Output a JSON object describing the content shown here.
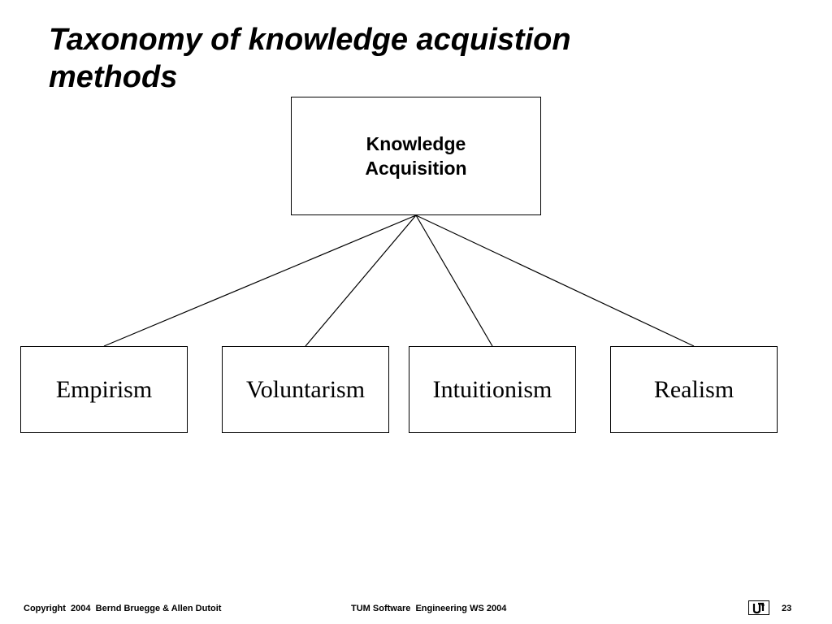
{
  "slide": {
    "title_line1": "Taxonomy of knowledge acquistion",
    "title_line2": "methods"
  },
  "diagram": {
    "root": {
      "line1": "Knowledge",
      "line2": "Acquisition"
    },
    "children": [
      "Empirism",
      "Voluntarism",
      "Intuitionism",
      "Realism"
    ],
    "line_color": "#000000"
  },
  "footer": {
    "copyright": "Copyright  2004  Bernd Bruegge & Allen Dutoit",
    "course": "TUM Software  Engineering WS 2004",
    "page_number": "23",
    "logo_icon": "tum-logo-icon"
  }
}
